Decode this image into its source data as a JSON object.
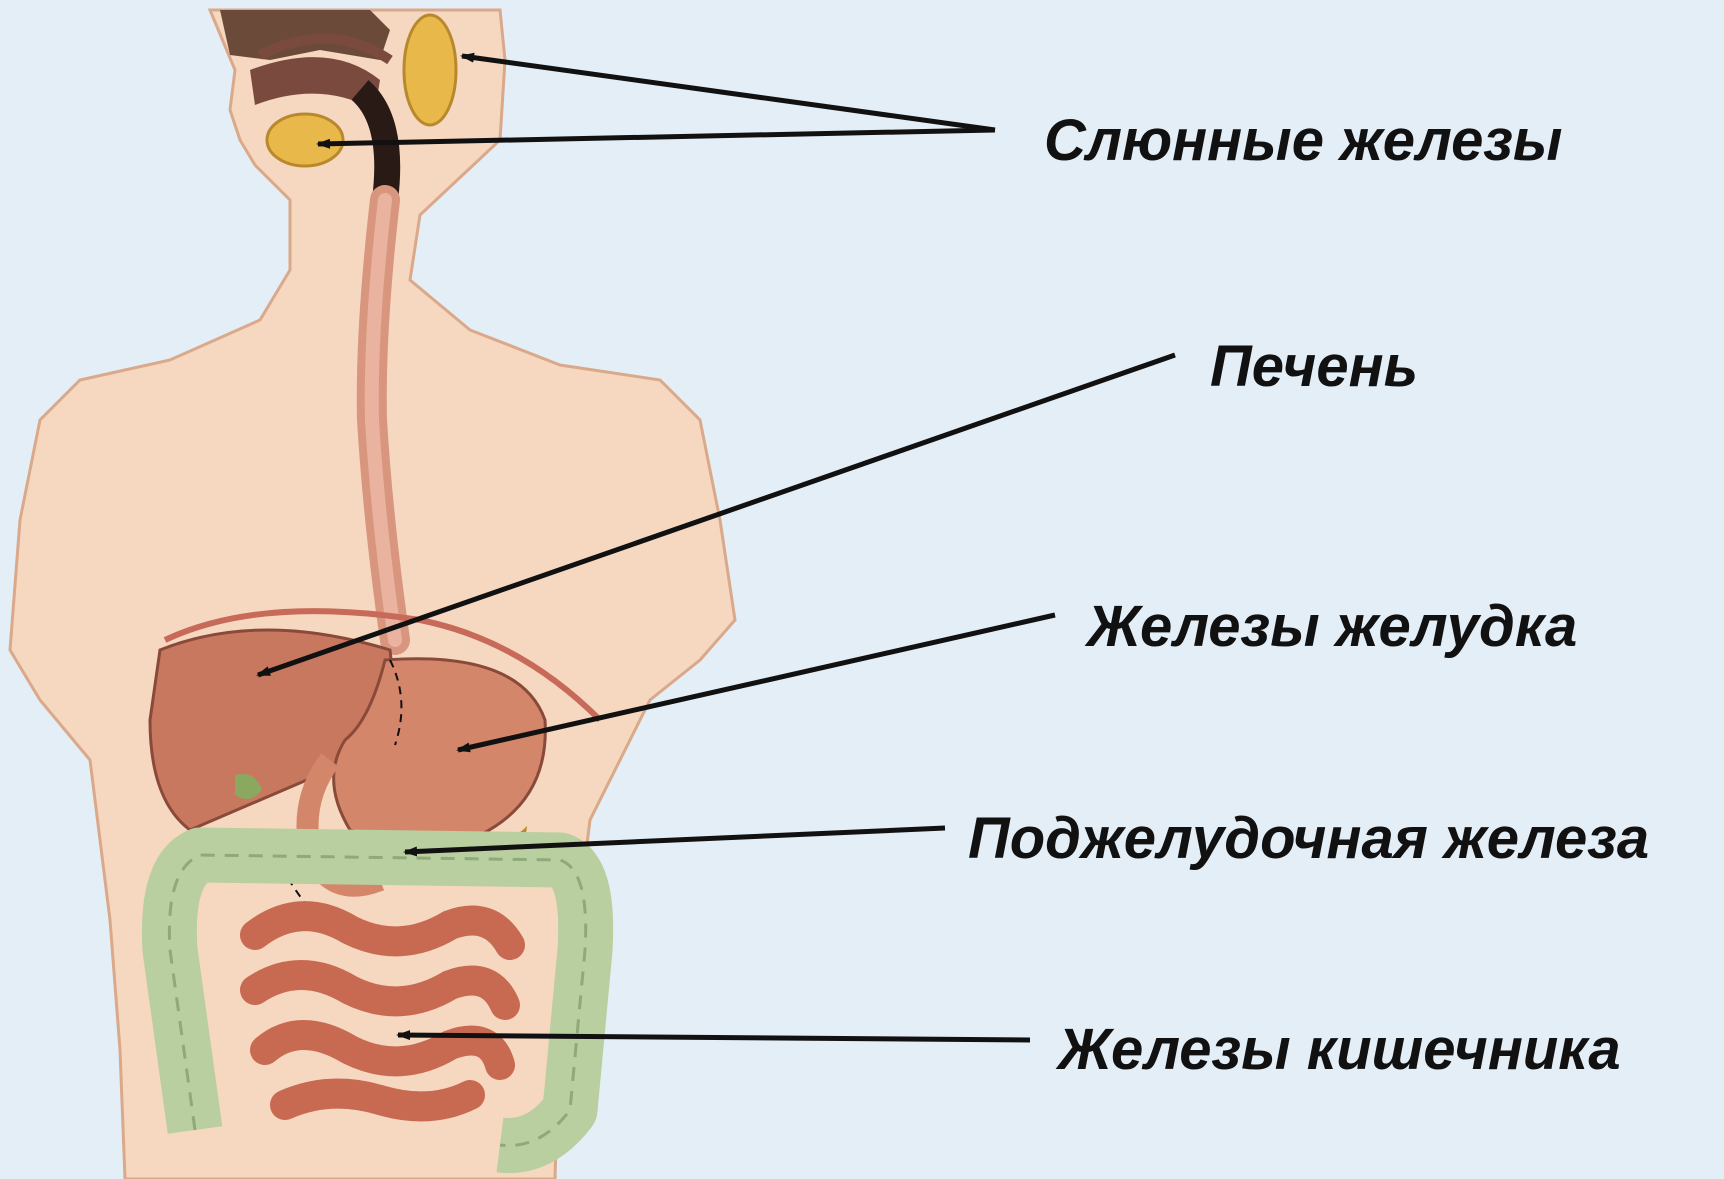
{
  "labels": {
    "salivary": "Слюнные железы",
    "liver": "Печень",
    "stomach_glands": "Железы желудка",
    "pancreas": "Поджелудочная железа",
    "intestine_glands": "Железы кишечника"
  },
  "colors": {
    "background": "#e4eef7",
    "skin": "#f6d7c0",
    "skin_outline": "#d9a98a",
    "organ": "#c8785f",
    "gland": "#e8b84a",
    "colon": "#b9cfa0",
    "intestine": "#c86a52",
    "hair": "#6b4a3a",
    "arrow": "#111111"
  }
}
